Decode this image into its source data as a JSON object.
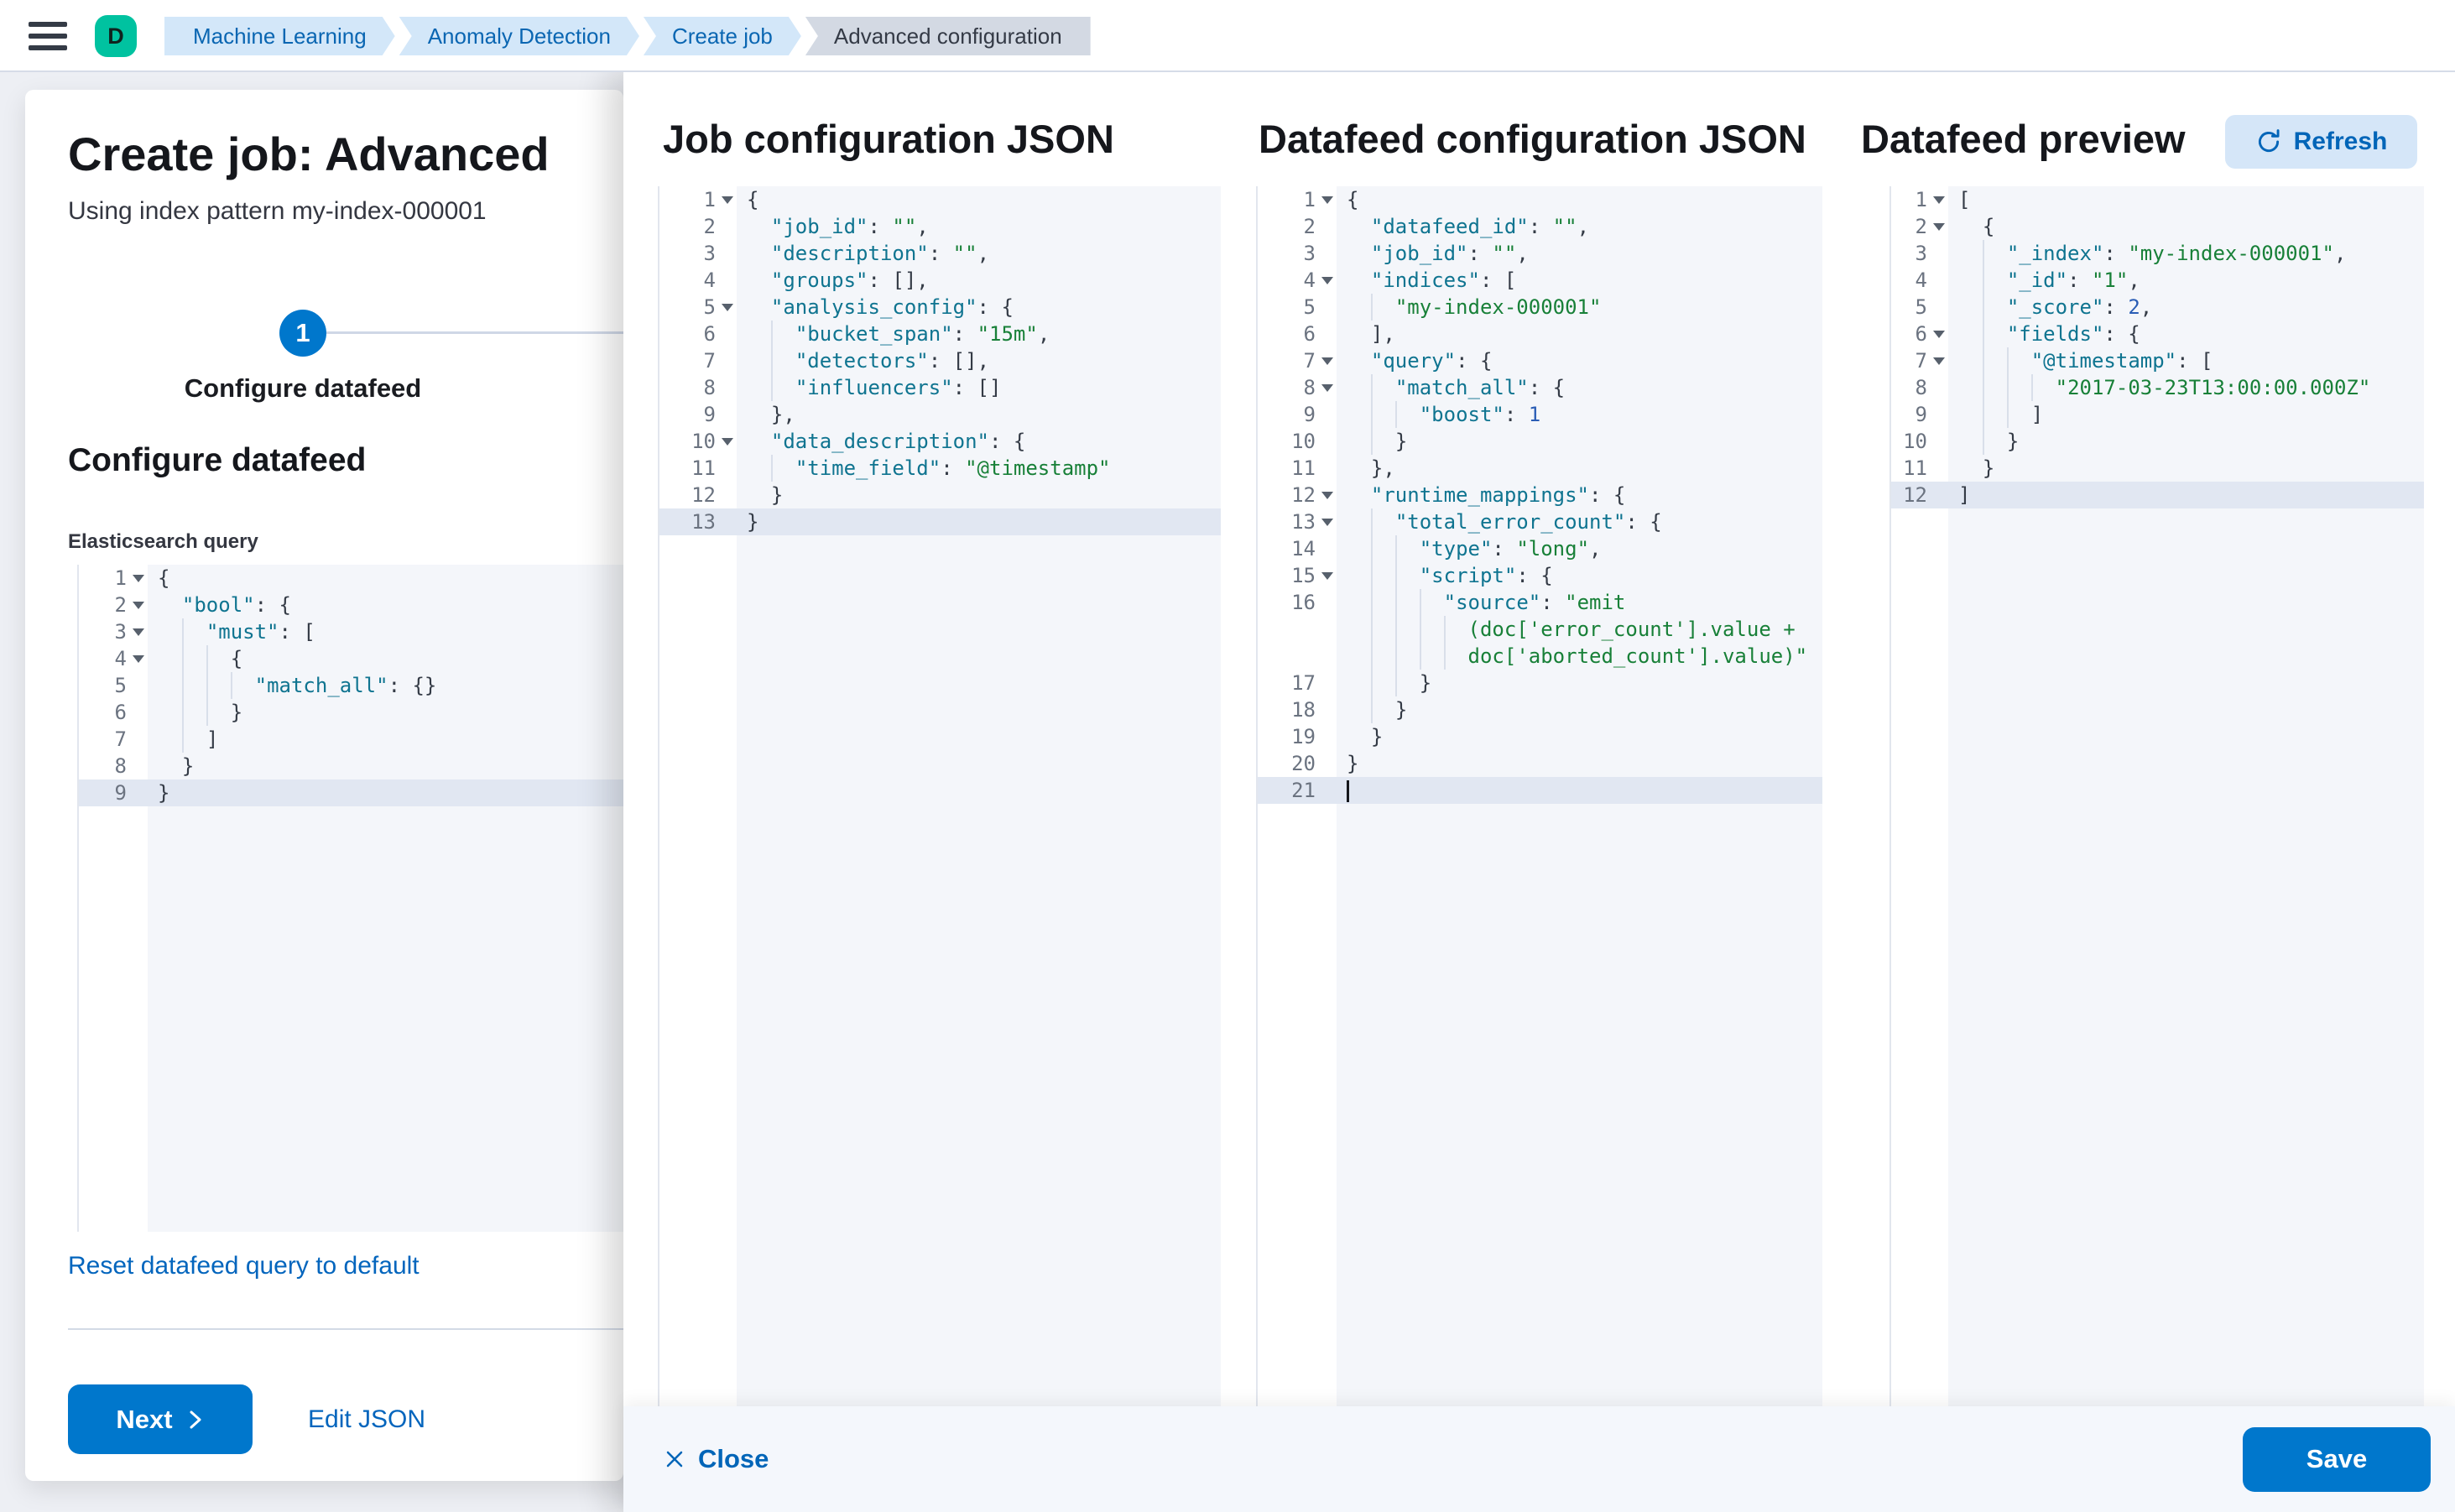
{
  "top_bar": {
    "avatar_initial": "D",
    "breadcrumbs": [
      {
        "label": "Machine Learning",
        "current": false
      },
      {
        "label": "Anomaly Detection",
        "current": false
      },
      {
        "label": "Create job",
        "current": false
      },
      {
        "label": "Advanced configuration",
        "current": true
      }
    ]
  },
  "left_panel": {
    "title": "Create job: Advanced",
    "subtitle": "Using index pattern my-index-000001",
    "step": {
      "number": "1",
      "label": "Configure datafeed"
    },
    "section_heading": "Configure datafeed",
    "query_label": "Elasticsearch query",
    "reset_link": "Reset datafeed query to default",
    "next_button": "Next",
    "edit_json_link": "Edit JSON"
  },
  "flyout": {
    "job_heading": "Job configuration JSON",
    "datafeed_heading": "Datafeed configuration JSON",
    "preview_heading": "Datafeed preview",
    "refresh_button": "Refresh",
    "close_button": "Close",
    "save_button": "Save"
  },
  "editors": {
    "es_query": {
      "active_line": 9,
      "lines": [
        {
          "n": 1,
          "fold": true,
          "t": "{"
        },
        {
          "n": 2,
          "fold": true,
          "t": "  \"bool\": {"
        },
        {
          "n": 3,
          "fold": true,
          "t": "    \"must\": ["
        },
        {
          "n": 4,
          "fold": true,
          "t": "      {"
        },
        {
          "n": 5,
          "fold": false,
          "t": "        \"match_all\": {}"
        },
        {
          "n": 6,
          "fold": false,
          "t": "      }"
        },
        {
          "n": 7,
          "fold": false,
          "t": "    ]"
        },
        {
          "n": 8,
          "fold": false,
          "t": "  }"
        },
        {
          "n": 9,
          "fold": false,
          "t": "}"
        }
      ]
    },
    "job_config": {
      "active_line": 13,
      "lines": [
        {
          "n": 1,
          "fold": true,
          "t": "{"
        },
        {
          "n": 2,
          "fold": false,
          "t": "  \"job_id\": \"\","
        },
        {
          "n": 3,
          "fold": false,
          "t": "  \"description\": \"\","
        },
        {
          "n": 4,
          "fold": false,
          "t": "  \"groups\": [],"
        },
        {
          "n": 5,
          "fold": true,
          "t": "  \"analysis_config\": {"
        },
        {
          "n": 6,
          "fold": false,
          "t": "    \"bucket_span\": \"15m\","
        },
        {
          "n": 7,
          "fold": false,
          "t": "    \"detectors\": [],"
        },
        {
          "n": 8,
          "fold": false,
          "t": "    \"influencers\": []"
        },
        {
          "n": 9,
          "fold": false,
          "t": "  },"
        },
        {
          "n": 10,
          "fold": true,
          "t": "  \"data_description\": {"
        },
        {
          "n": 11,
          "fold": false,
          "t": "    \"time_field\": \"@timestamp\""
        },
        {
          "n": 12,
          "fold": false,
          "t": "  }"
        },
        {
          "n": 13,
          "fold": false,
          "t": "}"
        }
      ]
    },
    "datafeed_config": {
      "active_line": 21,
      "caret_line": 21,
      "lines": [
        {
          "n": 1,
          "fold": true,
          "t": "{"
        },
        {
          "n": 2,
          "fold": false,
          "t": "  \"datafeed_id\": \"\","
        },
        {
          "n": 3,
          "fold": false,
          "t": "  \"job_id\": \"\","
        },
        {
          "n": 4,
          "fold": true,
          "t": "  \"indices\": ["
        },
        {
          "n": 5,
          "fold": false,
          "t": "    \"my-index-000001\""
        },
        {
          "n": 6,
          "fold": false,
          "t": "  ],"
        },
        {
          "n": 7,
          "fold": true,
          "t": "  \"query\": {"
        },
        {
          "n": 8,
          "fold": true,
          "t": "    \"match_all\": {"
        },
        {
          "n": 9,
          "fold": false,
          "t": "      \"boost\": 1"
        },
        {
          "n": 10,
          "fold": false,
          "t": "    }"
        },
        {
          "n": 11,
          "fold": false,
          "t": "  },"
        },
        {
          "n": 12,
          "fold": true,
          "t": "  \"runtime_mappings\": {"
        },
        {
          "n": 13,
          "fold": true,
          "t": "    \"total_error_count\": {"
        },
        {
          "n": 14,
          "fold": false,
          "t": "      \"type\": \"long\","
        },
        {
          "n": 15,
          "fold": true,
          "t": "      \"script\": {"
        },
        {
          "n": 16,
          "fold": false,
          "t": "        \"source\": \"emit"
        },
        {
          "n": null,
          "fold": false,
          "str": true,
          "t": "          (doc['error_count'].value +"
        },
        {
          "n": null,
          "fold": false,
          "str": true,
          "t": "          doc['aborted_count'].value)\""
        },
        {
          "n": 17,
          "fold": false,
          "t": "      }"
        },
        {
          "n": 18,
          "fold": false,
          "t": "    }"
        },
        {
          "n": 19,
          "fold": false,
          "t": "  }"
        },
        {
          "n": 20,
          "fold": false,
          "t": "}"
        },
        {
          "n": 21,
          "fold": false,
          "t": ""
        }
      ]
    },
    "datafeed_preview": {
      "active_line": 12,
      "lines": [
        {
          "n": 1,
          "fold": true,
          "t": "["
        },
        {
          "n": 2,
          "fold": true,
          "t": "  {"
        },
        {
          "n": 3,
          "fold": false,
          "t": "    \"_index\": \"my-index-000001\","
        },
        {
          "n": 4,
          "fold": false,
          "t": "    \"_id\": \"1\","
        },
        {
          "n": 5,
          "fold": false,
          "t": "    \"_score\": 2,"
        },
        {
          "n": 6,
          "fold": true,
          "t": "    \"fields\": {"
        },
        {
          "n": 7,
          "fold": true,
          "t": "      \"@timestamp\": ["
        },
        {
          "n": 8,
          "fold": false,
          "t": "        \"2017-03-23T13:00:00.000Z\""
        },
        {
          "n": 9,
          "fold": false,
          "t": "      ]"
        },
        {
          "n": 10,
          "fold": false,
          "t": "    }"
        },
        {
          "n": 11,
          "fold": false,
          "t": "  }"
        },
        {
          "n": 12,
          "fold": false,
          "t": "]"
        }
      ]
    }
  },
  "colors": {
    "primary": "#0077CC",
    "link": "#0365BD",
    "avatar_bg": "#00C2A0",
    "breadcrumb_bg": "#D3E7F9",
    "breadcrumb_current_bg": "#D3D9E3",
    "refresh_bg": "#D5E6F8",
    "editor_bg": "#F4F6FA",
    "active_line_bg": "#E1E7F2",
    "code_key": "#0F7490",
    "code_string": "#188038",
    "code_number": "#2A5DB5"
  }
}
